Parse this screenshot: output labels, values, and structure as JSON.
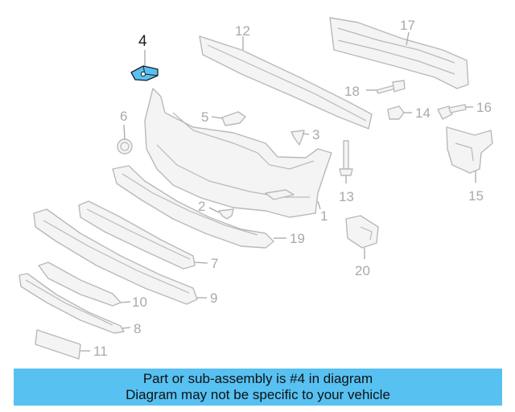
{
  "diagram": {
    "highlight_color": "#57c1f2",
    "highlighted_callout": "4",
    "callouts": [
      "1",
      "2",
      "3",
      "4",
      "5",
      "6",
      "7",
      "8",
      "9",
      "10",
      "11",
      "12",
      "13",
      "14",
      "15",
      "16",
      "17",
      "18",
      "19",
      "20"
    ]
  },
  "banner": {
    "line1": "Part or sub-assembly is #4 in diagram",
    "line2": "Diagram may not be specific to your vehicle",
    "background": "#57c1f2"
  }
}
